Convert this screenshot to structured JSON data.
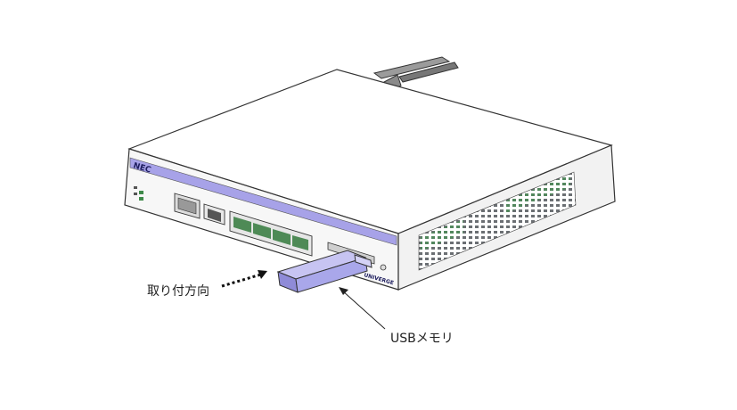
{
  "device": {
    "brand": "NEC",
    "model": "UNIVERGE",
    "accent_color": "#a7a2e8",
    "usb_color": "#a9a7ea"
  },
  "labels": {
    "insert_direction": "取り付方向",
    "usb_memory": "USBメモリ"
  }
}
